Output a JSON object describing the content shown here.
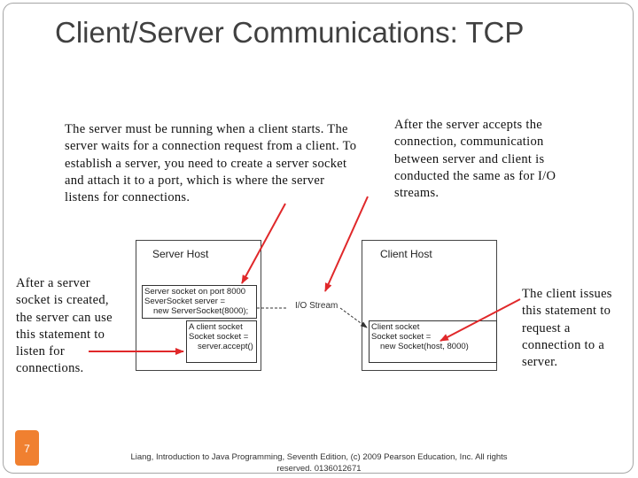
{
  "title": "Client/Server Communications: TCP",
  "text_blocks": {
    "server_running": "The server must be running when a client starts. The server waits for a connection request from a client. To establish a server, you need to create a server socket and attach it to a port, which is where the server listens for connections.",
    "after_accept": "After the server accepts the connection, communication between server and client is conducted the same as for I/O streams.",
    "after_created": "After a server socket is created, the server can use this statement to listen for connections.",
    "client_issues": "The client issues this statement to request a connection to a server."
  },
  "diagram": {
    "server_host_label": "Server Host",
    "client_host_label": "Client Host",
    "io_stream_label": "I/O Stream",
    "server_socket_code": [
      "Server socket on port 8000",
      "SeverSocket server =",
      "new ServerSocket(8000);"
    ],
    "accept_code": [
      "A client socket",
      "Socket socket =",
      "server.accept()"
    ],
    "client_code": [
      "Client socket",
      "Socket socket =",
      "new Socket(host, 8000)"
    ]
  },
  "colors": {
    "arrow": "#e0282a",
    "slide_number_bg": "#f08030"
  },
  "slide_number": "7",
  "footer": "Liang, Introduction to Java Programming, Seventh Edition, (c) 2009 Pearson Education, Inc. All rights reserved. 0136012671"
}
